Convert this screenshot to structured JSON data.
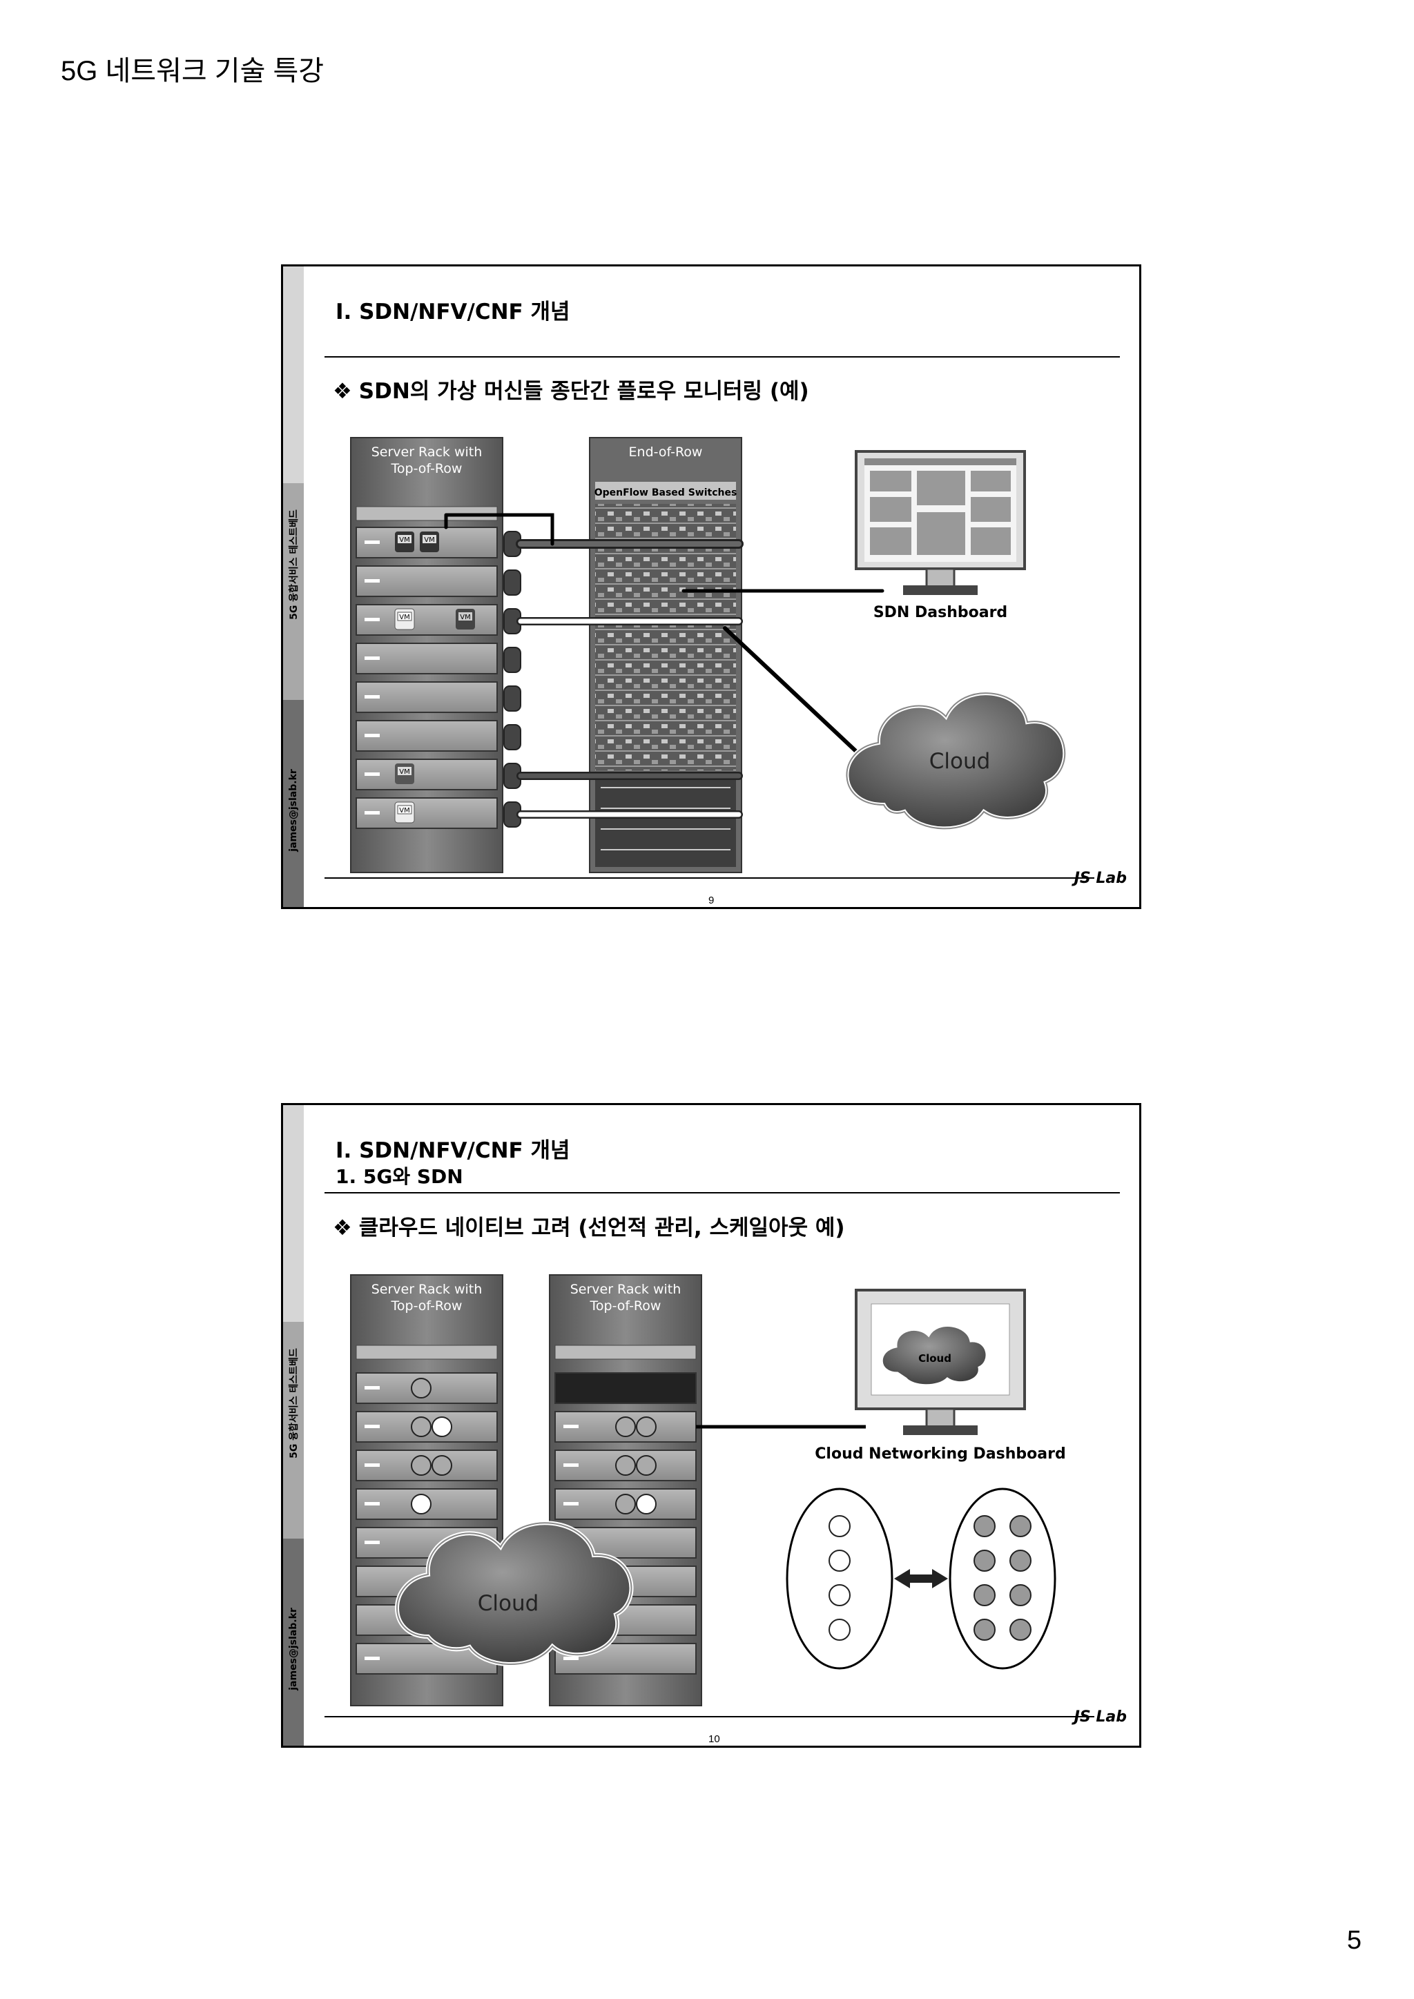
{
  "document": {
    "header": "5G 네트워크 기술 특강",
    "page_number": "5"
  },
  "sidebar": {
    "upper_text": "5G 융합서비스 테스트베드",
    "lower_text": "james@jslab.kr"
  },
  "brand": "JS Lab",
  "slides": [
    {
      "title": "I. SDN/NFV/CNF 개념",
      "bullet_mark": "❖",
      "bullet": "SDN의 가상 머신들 종단간 플로우 모니터링 (예)",
      "labels": {
        "rack": "Server Rack with\nTop-of-Row",
        "end_of_row": "End-of-Row",
        "openflow": "OpenFlow Based Switches",
        "vm": "VM",
        "dashboard": "SDN Dashboard",
        "cloud": "Cloud"
      },
      "number": "9"
    },
    {
      "title": "I. SDN/NFV/CNF 개념",
      "subtitle": "1. 5G와 SDN",
      "bullet_mark": "❖",
      "bullet": "클라우드 네이티브 고려 (선언적 관리, 스케일아웃 예)",
      "labels": {
        "rack_a": "Server Rack with\nTop-of-Row",
        "rack_b": "Server Rack with\nTop-of-Row",
        "dashboard": "Cloud Networking Dashboard",
        "monitor_cloud": "Cloud",
        "cloud": "Cloud"
      },
      "number": "10"
    }
  ]
}
